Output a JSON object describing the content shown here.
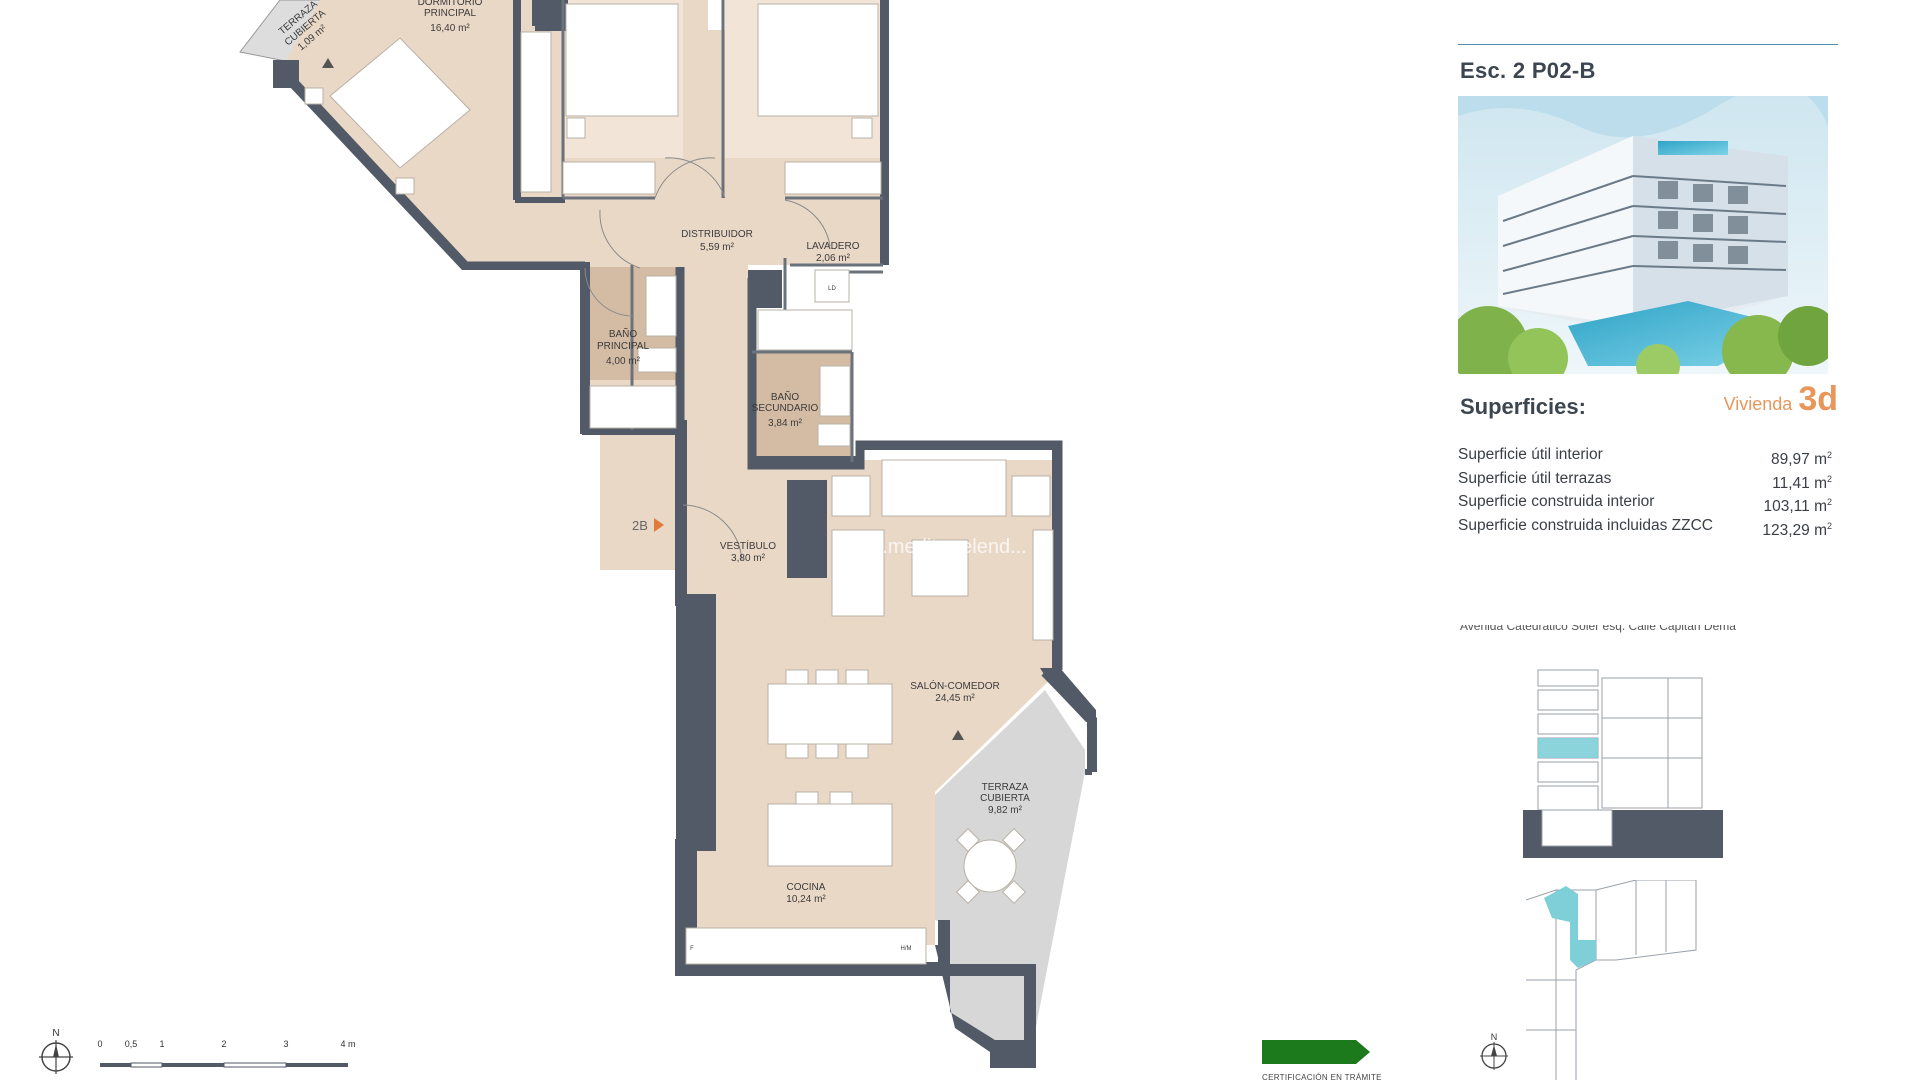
{
  "header": {
    "title": "Esc. 2 P02-B"
  },
  "surfaces": {
    "title": "Superficies:",
    "vivienda_label": "Vivienda",
    "vivienda_code": "3d",
    "rows": [
      {
        "label": "Superficie útil interior",
        "value": "89,97",
        "unit": "m",
        "exp": "2"
      },
      {
        "label": "Superficie útil terrazas",
        "value": "11,41",
        "unit": "m",
        "exp": "2"
      },
      {
        "label": "Superficie construida interior",
        "value": "103,11",
        "unit": "m",
        "exp": "2"
      },
      {
        "label": "Superficie construida incluidas ZZCC",
        "value": "123,29",
        "unit": "m",
        "exp": "2"
      }
    ]
  },
  "address": "Avenida Catedrático Soler esq. Calle Capitán Dema",
  "rooms": {
    "terraza_top": {
      "name1": "TERRAZA",
      "name2": "CUBIERTA",
      "area": "1,09 m²"
    },
    "dormitorio": {
      "name1": "DORMITORIO",
      "name2": "PRINCIPAL",
      "area": "16,40 m²"
    },
    "distribuidor": {
      "name1": "DISTRIBUIDOR",
      "area": "5,59 m²"
    },
    "lavadero": {
      "name1": "LAVADERO",
      "area": "2,06 m²"
    },
    "bano_principal": {
      "name1": "BAÑO",
      "name2": "PRINCIPAL",
      "area": "4,00 m²"
    },
    "bano_secundario": {
      "name1": "BAÑO",
      "name2": "SECUNDARIO",
      "area": "3,84 m²"
    },
    "vestibulo": {
      "name1": "VESTÍBULO",
      "area": "3,80 m²"
    },
    "salon": {
      "name1": "SALÓN-COMEDOR",
      "area": "24,45 m²"
    },
    "terraza_cubierta": {
      "name1": "TERRAZA",
      "name2": "CUBIERTA",
      "area": "9,82 m²"
    },
    "cocina": {
      "name1": "COCINA",
      "area": "10,24 m²"
    }
  },
  "entrance_label": "2B",
  "appliance_labels": {
    "lavadora": "LD",
    "frigo": "F",
    "horno": "H/M"
  },
  "scale": {
    "ticks": [
      "0",
      "0,5",
      "1",
      "2",
      "3",
      "4 m"
    ]
  },
  "north_label": "N",
  "watermark": "www.mediterrelend...",
  "certification": "CERTIFICACIÓN EN TRÁMITE",
  "colors": {
    "wall": "#515a66",
    "floor": "#ead8c7",
    "bath_floor": "#d4bca4",
    "terrace": "#dcdcdc",
    "title": "#3d4650",
    "accent": "#e9965a",
    "highlight": "#7fcfd8",
    "cert_green": "#1c7a1c"
  }
}
